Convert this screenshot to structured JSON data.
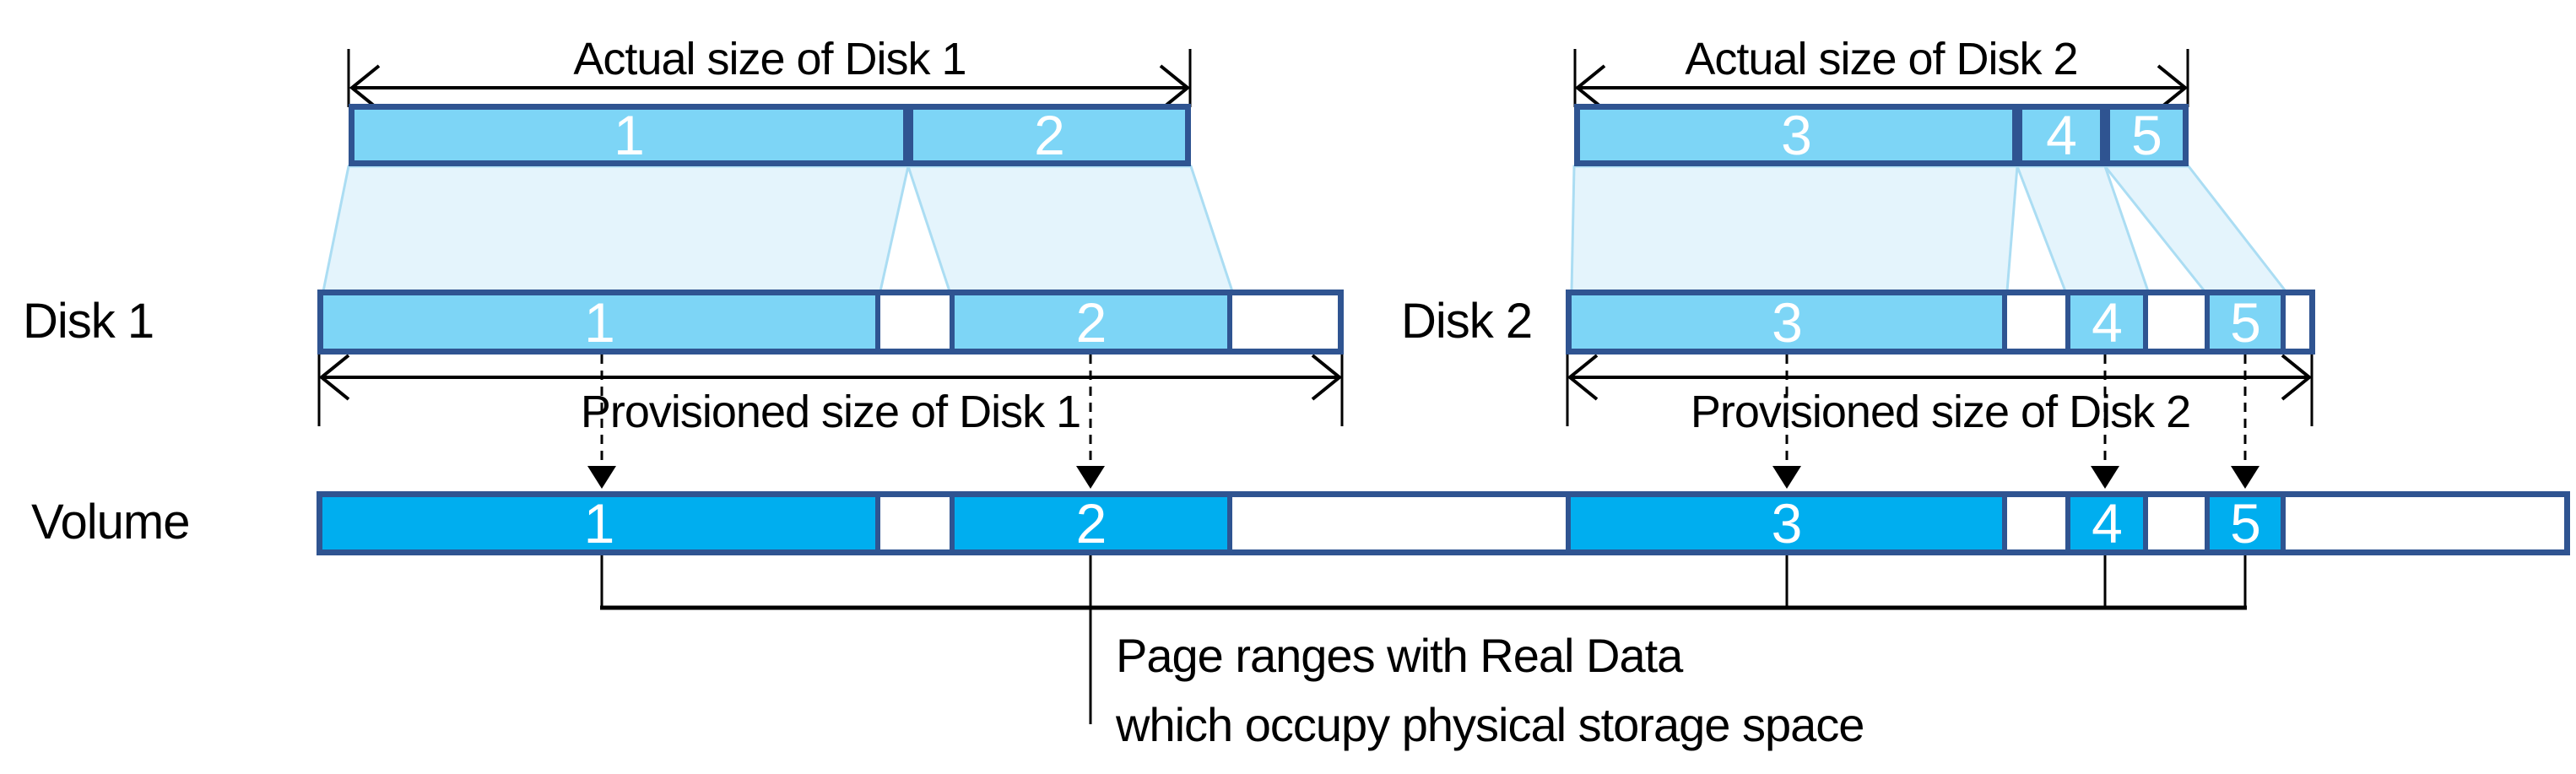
{
  "colors": {
    "page-fill": "#7DD5F6",
    "volume-fill": "#00AEEF",
    "border-navy": "#2F5491",
    "projection-fill": "#E4F4FC",
    "projection-stroke": "#ABDDF3"
  },
  "disk1": {
    "actual_title": "Actual size of Disk 1",
    "label": "Disk 1",
    "provisioned_title": "Provisioned size of Disk 1",
    "pages": [
      "1",
      "2"
    ]
  },
  "disk2": {
    "actual_title": "Actual size of Disk 2",
    "label": "Disk 2",
    "provisioned_title": "Provisioned size of Disk 2",
    "pages": [
      "3",
      "4",
      "5"
    ]
  },
  "volume": {
    "label": "Volume",
    "pages": [
      "1",
      "2",
      "3",
      "4",
      "5"
    ]
  },
  "note": {
    "line1": "Page ranges with Real Data",
    "line2": "which occupy physical storage space"
  }
}
